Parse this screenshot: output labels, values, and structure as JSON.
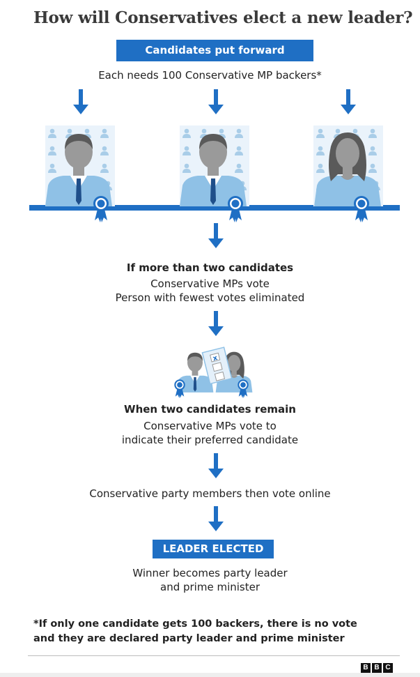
{
  "title": "How will Conservatives elect a new leader?",
  "step1": {
    "box_label": "Candidates put forward",
    "text": "Each needs 100 Conservative MP backers*"
  },
  "step2": {
    "heading": "If more than two candidates",
    "line1": "Conservative MPs vote",
    "line2": "Person with fewest votes eliminated"
  },
  "step3": {
    "heading": "When two candidates remain",
    "line1": "Conservative MPs vote to",
    "line2": "indicate their preferred candidate"
  },
  "step4": {
    "text": "Conservative party members then vote online"
  },
  "step5": {
    "box_label": "LEADER ELECTED",
    "line1": "Winner becomes party leader",
    "line2": "and prime minister"
  },
  "footnote": {
    "line1": "*If only one candidate gets 100 backers, there is no vote",
    "line2": "and they are declared party leader and prime minister"
  },
  "logo": [
    "B",
    "B",
    "C"
  ],
  "colors": {
    "accent_blue": "#1f6fc4",
    "light_blue": "#a9cde8",
    "suit_blue": "#8fc1e6",
    "head_grey": "#9a9a9a",
    "hair_dark": "#5a5a5a"
  },
  "icons": [
    "arrow-down-icon",
    "candidate-man-icon",
    "candidate-woman-icon",
    "rosette-icon",
    "ballot-paper-icon",
    "mp-crowd-icon"
  ]
}
